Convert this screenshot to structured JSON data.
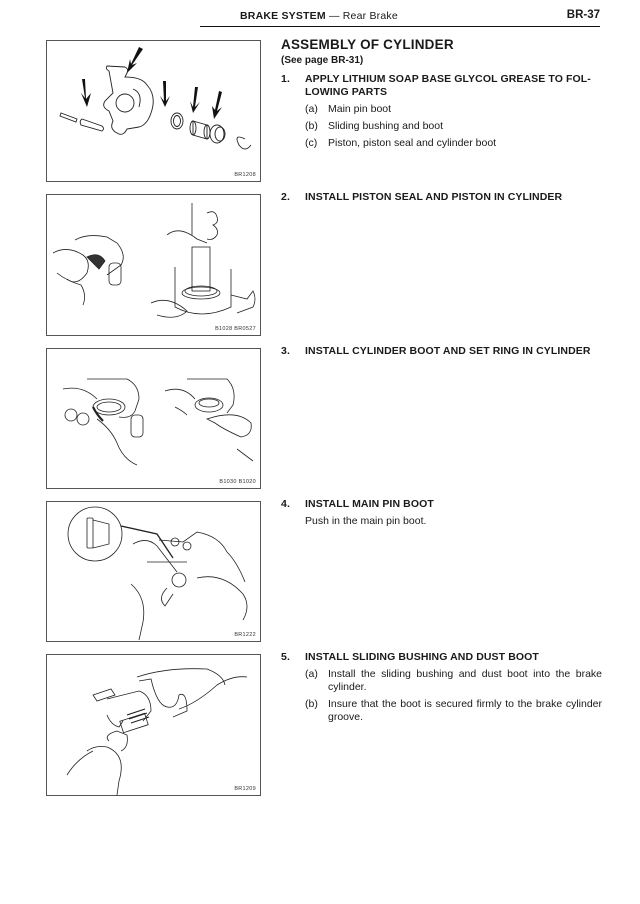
{
  "header": {
    "section": "BRAKE SYSTEM",
    "separator": " — ",
    "subsection": "Rear Brake",
    "page_number": "BR-37"
  },
  "main": {
    "title": "ASSEMBLY OF CYLINDER",
    "reference": "(See page BR-31)",
    "steps": [
      {
        "number": "1.",
        "heading": "APPLY LITHIUM SOAP BASE GLYCOL GREASE TO FOL-LOWING PARTS",
        "heading_line1": "APPLY LITHIUM SOAP BASE GLYCOL GREASE TO FOL-",
        "heading_line2": "LOWING PARTS",
        "items": [
          {
            "label": "(a)",
            "text": "Main pin boot"
          },
          {
            "label": "(b)",
            "text": "Sliding bushing and boot"
          },
          {
            "label": "(c)",
            "text": "Piston, piston seal and cylinder boot"
          }
        ]
      },
      {
        "number": "2.",
        "heading": "INSTALL PISTON SEAL AND PISTON IN CYLINDER"
      },
      {
        "number": "3.",
        "heading": "INSTALL CYLINDER BOOT AND SET RING IN CYLINDER"
      },
      {
        "number": "4.",
        "heading": "INSTALL MAIN PIN BOOT",
        "body": "Push in the main pin boot."
      },
      {
        "number": "5.",
        "heading": "INSTALL SLIDING BUSHING AND DUST BOOT",
        "items": [
          {
            "label": "(a)",
            "text": "Install the sliding bushing and dust boot into the brake cylinder."
          },
          {
            "label": "(b)",
            "text": "Insure that the boot is secured firmly to the brake cylinder groove."
          }
        ]
      }
    ]
  },
  "figures": [
    {
      "code": "BR1208",
      "description": "Exploded caliper parts with arrows indicating grease points"
    },
    {
      "code": "B1028 BR0527",
      "description": "Installing piston seal and pressing piston into cylinder"
    },
    {
      "code": "B1030 B1020",
      "description": "Installing cylinder boot and set ring"
    },
    {
      "code": "BR1222",
      "description": "Pushing in main pin boot with detail inset"
    },
    {
      "code": "BR1209",
      "description": "Installing sliding bushing and dust boot"
    }
  ]
}
